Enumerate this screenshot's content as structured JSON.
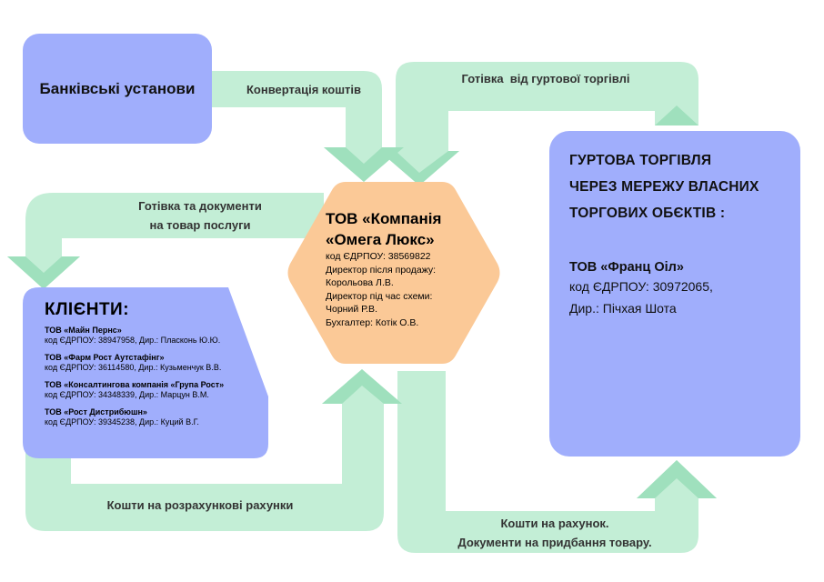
{
  "colors": {
    "flow": "#c3eed6",
    "flow_dark": "#9fe0bd",
    "box": "#a0aefc",
    "center": "#fbc997"
  },
  "banks": {
    "label": "Банківські установи"
  },
  "flows": {
    "conversion": "Конвертація коштів",
    "cash_docs_l1": "Готівка та документи",
    "cash_docs_l2": "на товар послуги",
    "cash_wholesale": "Готівка  від гуртової торгівлі",
    "client_accounts": "Кошти на розрахункові рахунки",
    "to_account_l1": "Кошти на рахунок.",
    "to_account_l2": "Документи на придбання товару."
  },
  "center": {
    "name_l1": "ТОВ «Компанія",
    "name_l2": "«Омега Люкс»",
    "lines": [
      "код ЄДРПОУ: 38569822",
      "Директор після продажу:",
      "Корольова Л.В.",
      "Директор під час схеми:",
      "Чорний Р.В.",
      "Бухгалтер: Котік О.В."
    ]
  },
  "clients": {
    "title": "КЛІЄНТИ:",
    "items": [
      {
        "name": "ТОВ «Майн Пернс»",
        "details": "код ЄДРПОУ: 38947958, Дир.: Пласконь Ю.Ю."
      },
      {
        "name": "ТОВ «Фарм Рост Аутстафінг»",
        "details": "код ЄДРПОУ: 36114580, Дир.: Кузьменчук В.В."
      },
      {
        "name": "ТОВ «Консалтингова компанія «Група Рост»",
        "details": "код ЄДРПОУ: 34348339, Дир.: Марцун В.М."
      },
      {
        "name": "ТОВ «Рост Дистрибюшн»",
        "details": "код ЄДРПОУ: 39345238, Дир.: Куций В.Г."
      }
    ]
  },
  "wholesale": {
    "title_l1": "ГУРТОВА ТОРГІВЛЯ",
    "title_l2": "ЧЕРЕЗ МЕРЕЖУ ВЛАСНИХ",
    "title_l3": "ТОРГОВИХ ОБЄКТІВ :",
    "company": "ТОВ «Франц Оіл»",
    "code": "код ЄДРПОУ: 30972065,",
    "director": "Дир.: Пічхая Шота"
  }
}
